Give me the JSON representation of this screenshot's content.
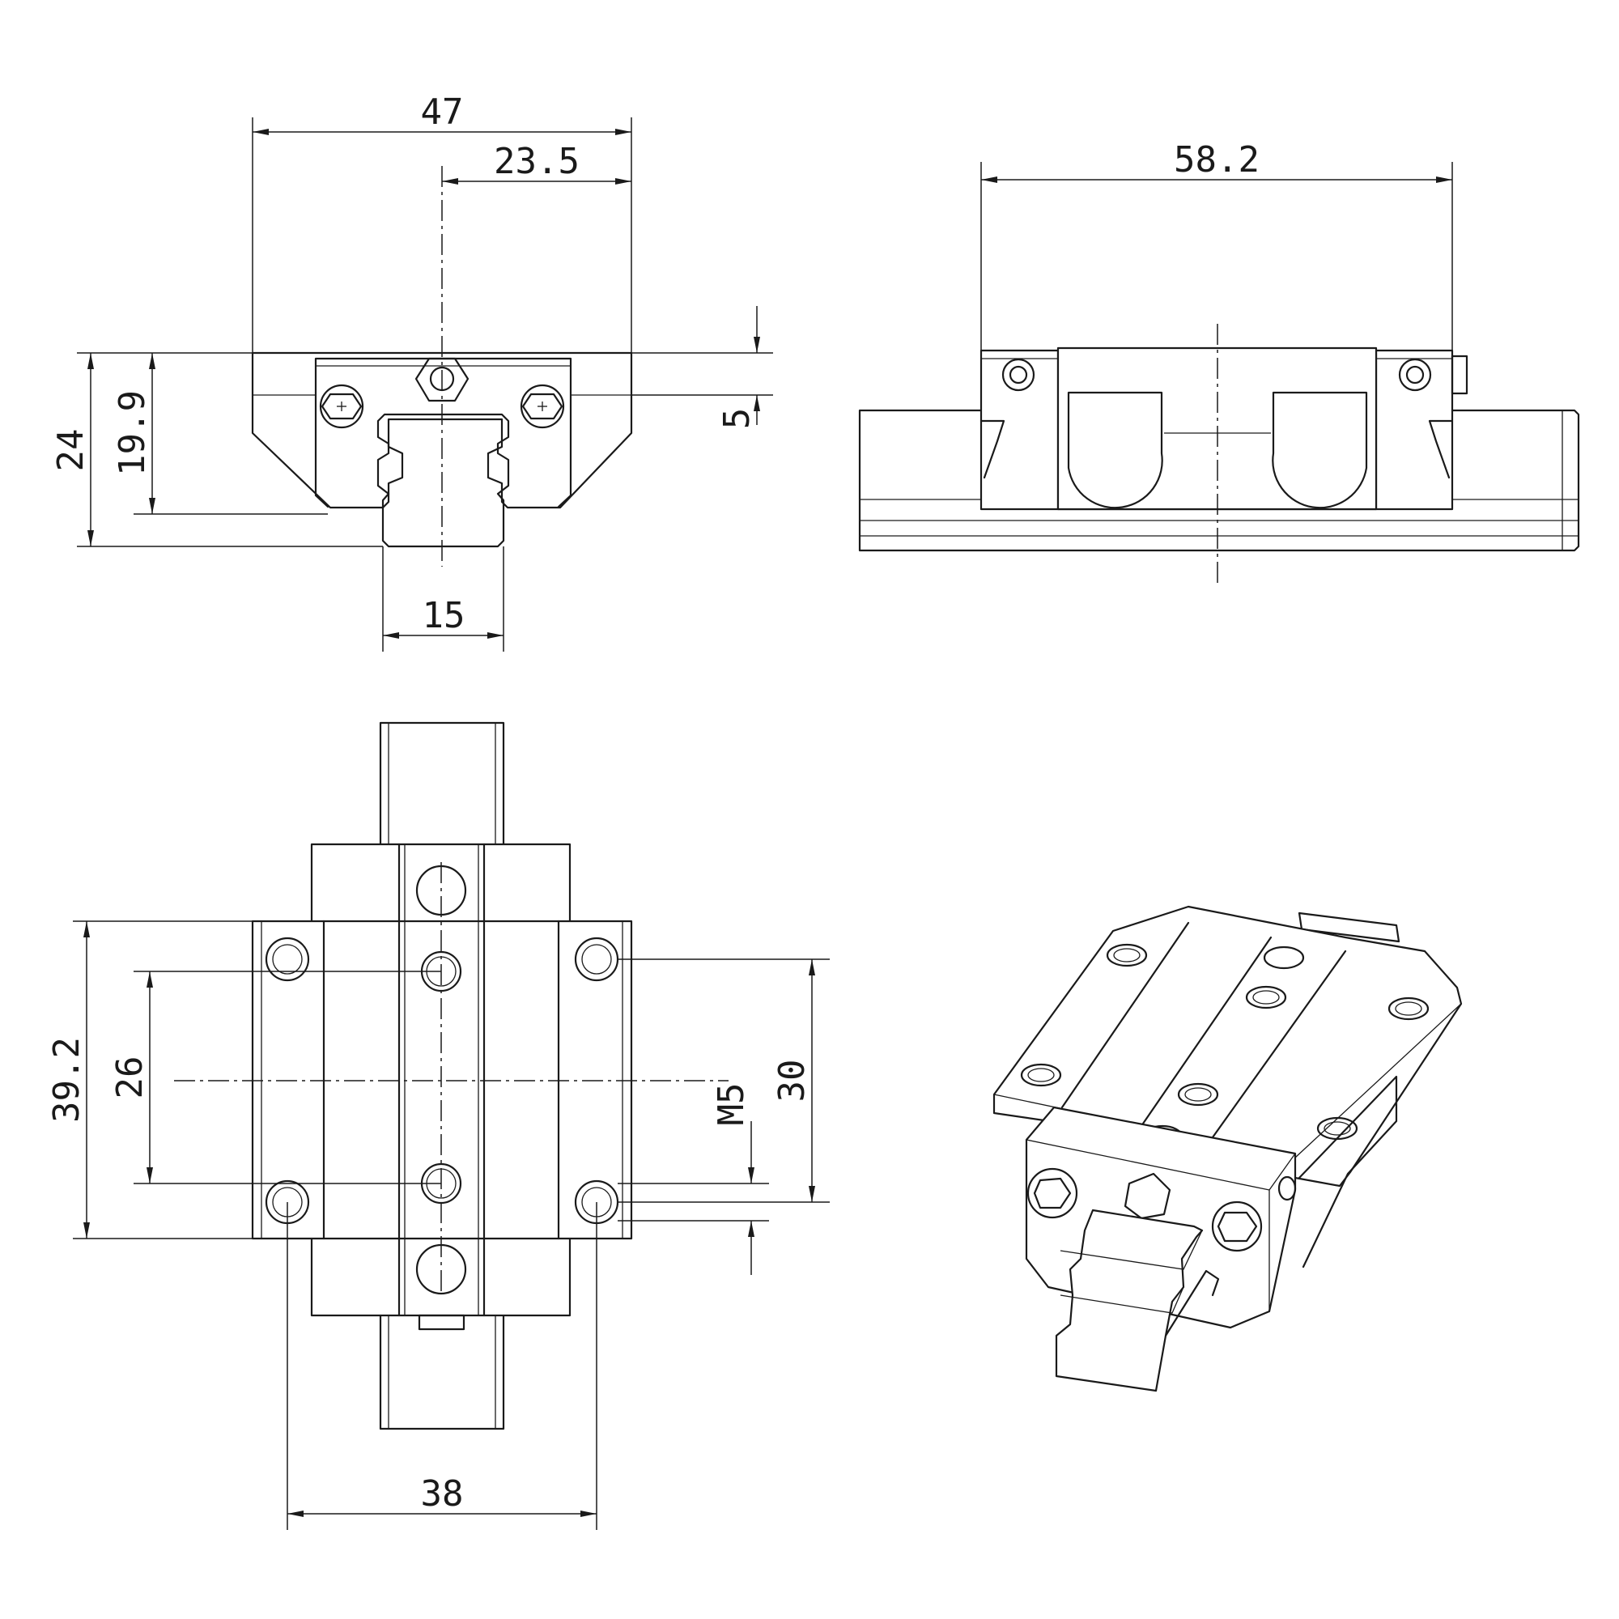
{
  "dimensions": {
    "front_width": "47",
    "front_half_width": "23.5",
    "front_height_total": "24",
    "front_height_block": "19.9",
    "front_top_offset": "5",
    "rail_width": "15",
    "side_length": "58.2",
    "top_length": "39.2",
    "top_hole_pitch_inner": "26",
    "top_hole_pitch_outer": "30",
    "thread_size": "M5",
    "top_hole_spacing_x": "38"
  }
}
